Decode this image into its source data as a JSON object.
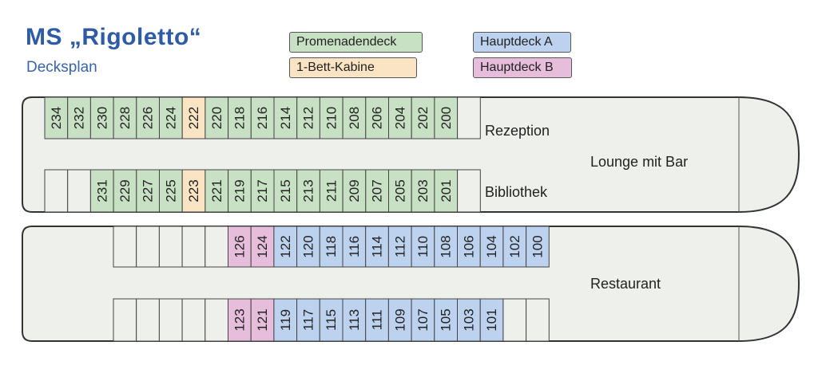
{
  "title": "MS „Rigoletto“",
  "subtitle": "Decksplan",
  "colors": {
    "promenadendeck": "#c8e0c4",
    "hauptdeck_a": "#bcd2ee",
    "hauptdeck_b": "#e6bedc",
    "einzel": "#fbe4c4",
    "empty": "#eef0ec",
    "hull": "#eef0ec",
    "outline": "#333333"
  },
  "legend": [
    {
      "label": "Promenadendeck",
      "type": "promenadendeck"
    },
    {
      "label": "1-Bett-Kabine",
      "type": "einzel"
    },
    {
      "label": "Hauptdeck A",
      "type": "hauptdeck_a"
    },
    {
      "label": "Hauptdeck B",
      "type": "hauptdeck_b"
    }
  ],
  "upper_deck": {
    "rooms": {
      "reception": "Rezeption",
      "library": "Bibliothek",
      "lounge": "Lounge mit Bar"
    },
    "top_row": [
      {
        "no": "234",
        "type": "promenadendeck"
      },
      {
        "no": "232",
        "type": "promenadendeck"
      },
      {
        "no": "230",
        "type": "promenadendeck"
      },
      {
        "no": "228",
        "type": "promenadendeck"
      },
      {
        "no": "226",
        "type": "promenadendeck"
      },
      {
        "no": "224",
        "type": "promenadendeck"
      },
      {
        "no": "222",
        "type": "einzel"
      },
      {
        "no": "220",
        "type": "promenadendeck"
      },
      {
        "no": "218",
        "type": "promenadendeck"
      },
      {
        "no": "216",
        "type": "promenadendeck"
      },
      {
        "no": "214",
        "type": "promenadendeck"
      },
      {
        "no": "212",
        "type": "promenadendeck"
      },
      {
        "no": "210",
        "type": "promenadendeck"
      },
      {
        "no": "208",
        "type": "promenadendeck"
      },
      {
        "no": "206",
        "type": "promenadendeck"
      },
      {
        "no": "204",
        "type": "promenadendeck"
      },
      {
        "no": "202",
        "type": "promenadendeck"
      },
      {
        "no": "200",
        "type": "promenadendeck"
      },
      {
        "no": "",
        "type": "empty"
      }
    ],
    "bottom_row": [
      {
        "no": "",
        "type": "empty"
      },
      {
        "no": "",
        "type": "empty"
      },
      {
        "no": "231",
        "type": "promenadendeck"
      },
      {
        "no": "229",
        "type": "promenadendeck"
      },
      {
        "no": "227",
        "type": "promenadendeck"
      },
      {
        "no": "225",
        "type": "promenadendeck"
      },
      {
        "no": "223",
        "type": "einzel"
      },
      {
        "no": "221",
        "type": "promenadendeck"
      },
      {
        "no": "219",
        "type": "promenadendeck"
      },
      {
        "no": "217",
        "type": "promenadendeck"
      },
      {
        "no": "215",
        "type": "promenadendeck"
      },
      {
        "no": "213",
        "type": "promenadendeck"
      },
      {
        "no": "211",
        "type": "promenadendeck"
      },
      {
        "no": "209",
        "type": "promenadendeck"
      },
      {
        "no": "207",
        "type": "promenadendeck"
      },
      {
        "no": "205",
        "type": "promenadendeck"
      },
      {
        "no": "203",
        "type": "promenadendeck"
      },
      {
        "no": "201",
        "type": "promenadendeck"
      },
      {
        "no": "",
        "type": "empty"
      }
    ]
  },
  "lower_deck": {
    "rooms": {
      "restaurant": "Restaurant"
    },
    "top_row": [
      {
        "no": "",
        "type": "empty"
      },
      {
        "no": "",
        "type": "empty"
      },
      {
        "no": "",
        "type": "empty"
      },
      {
        "no": "",
        "type": "empty"
      },
      {
        "no": "",
        "type": "empty"
      },
      {
        "no": "126",
        "type": "hauptdeck_b"
      },
      {
        "no": "124",
        "type": "hauptdeck_b"
      },
      {
        "no": "122",
        "type": "hauptdeck_a"
      },
      {
        "no": "120",
        "type": "hauptdeck_a"
      },
      {
        "no": "118",
        "type": "hauptdeck_a"
      },
      {
        "no": "116",
        "type": "hauptdeck_a"
      },
      {
        "no": "114",
        "type": "hauptdeck_a"
      },
      {
        "no": "112",
        "type": "hauptdeck_a"
      },
      {
        "no": "110",
        "type": "hauptdeck_a"
      },
      {
        "no": "108",
        "type": "hauptdeck_a"
      },
      {
        "no": "106",
        "type": "hauptdeck_a"
      },
      {
        "no": "104",
        "type": "hauptdeck_a"
      },
      {
        "no": "102",
        "type": "hauptdeck_a"
      },
      {
        "no": "100",
        "type": "hauptdeck_a"
      }
    ],
    "bottom_row": [
      {
        "no": "",
        "type": "empty"
      },
      {
        "no": "",
        "type": "empty"
      },
      {
        "no": "",
        "type": "empty"
      },
      {
        "no": "",
        "type": "empty"
      },
      {
        "no": "",
        "type": "empty"
      },
      {
        "no": "123",
        "type": "hauptdeck_b"
      },
      {
        "no": "121",
        "type": "hauptdeck_b"
      },
      {
        "no": "119",
        "type": "hauptdeck_a"
      },
      {
        "no": "117",
        "type": "hauptdeck_a"
      },
      {
        "no": "115",
        "type": "hauptdeck_a"
      },
      {
        "no": "113",
        "type": "hauptdeck_a"
      },
      {
        "no": "111",
        "type": "hauptdeck_a"
      },
      {
        "no": "109",
        "type": "hauptdeck_a"
      },
      {
        "no": "107",
        "type": "hauptdeck_a"
      },
      {
        "no": "105",
        "type": "hauptdeck_a"
      },
      {
        "no": "103",
        "type": "hauptdeck_a"
      },
      {
        "no": "101",
        "type": "hauptdeck_a"
      },
      {
        "no": "",
        "type": "empty"
      },
      {
        "no": "",
        "type": "empty"
      }
    ]
  }
}
